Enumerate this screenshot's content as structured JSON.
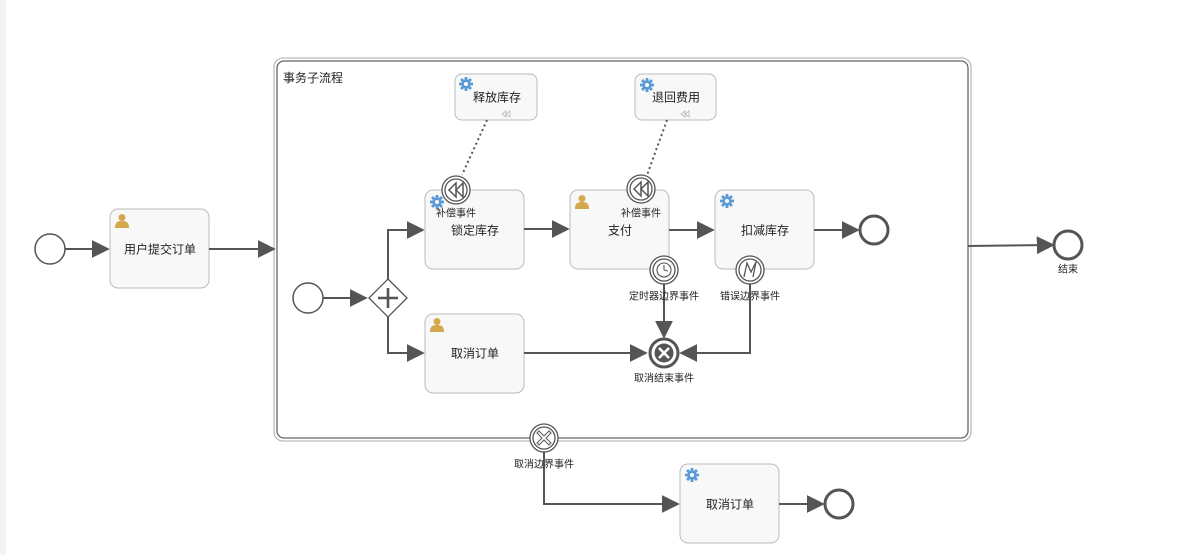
{
  "subprocess": {
    "title": "事务子流程"
  },
  "tasks": {
    "submit_order": "用户提交订单",
    "lock_stock": "锁定库存",
    "pay": "支付",
    "deduct_stock": "扣减库存",
    "cancel_order_inner": "取消订单",
    "release_stock": "释放库存",
    "refund": "退回费用",
    "cancel_order_outer": "取消订单"
  },
  "events": {
    "end": "结束",
    "compensate_lock": "补偿事件",
    "compensate_pay": "补偿事件",
    "timer_boundary": "定时器边界事件",
    "error_boundary": "错误边界事件",
    "cancel_end": "取消结束事件",
    "cancel_boundary": "取消边界事件"
  },
  "colors": {
    "stroke": "#555555",
    "task_fill": "#f8f8f8",
    "task_border": "#bbbbbb",
    "user_icon": "#d4a84c",
    "service_icon": "#5a9bd5"
  },
  "icons": {
    "user_task": "user-icon",
    "service_task": "gear-icon",
    "compensation_marker": "rewind-icon",
    "parallel_gateway": "plus-icon",
    "cancel": "x-icon",
    "timer": "clock-icon",
    "error": "lightning-icon"
  }
}
